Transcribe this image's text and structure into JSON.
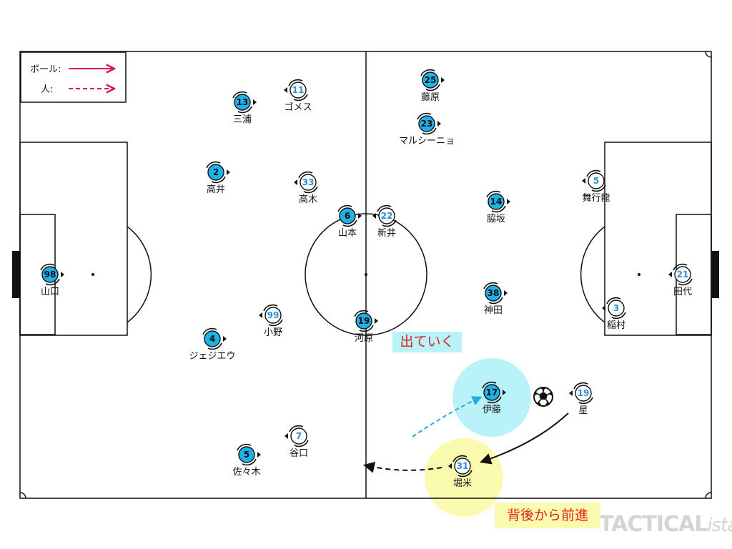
{
  "legend": {
    "ball_label": "ボール:",
    "person_label": "人:"
  },
  "colors": {
    "team_a_fill": "#1fb2e8",
    "team_b_fill": "#ffffff",
    "team_b_number": "#2a8fd6",
    "arrow_red": "#e0174f",
    "pass_dashed": "#22aee0",
    "highlight_cyan": "#b9f2f8",
    "highlight_yellow": "#fbfbb0"
  },
  "team_a": [
    {
      "num": "98",
      "name": "山口"
    },
    {
      "num": "13",
      "name": "三浦"
    },
    {
      "num": "2",
      "name": "高井"
    },
    {
      "num": "4",
      "name": "ジェジエウ"
    },
    {
      "num": "5",
      "name": "佐々木"
    },
    {
      "num": "6",
      "name": "山本"
    },
    {
      "num": "19",
      "name": "河原"
    },
    {
      "num": "25",
      "name": "藤原"
    },
    {
      "num": "23",
      "name": "マルシーニョ"
    },
    {
      "num": "14",
      "name": "脇坂"
    },
    {
      "num": "38",
      "name": "神田"
    },
    {
      "num": "17",
      "name": "伊藤"
    }
  ],
  "team_b": [
    {
      "num": "11",
      "name": "ゴメス"
    },
    {
      "num": "33",
      "name": "高木"
    },
    {
      "num": "22",
      "name": "新井"
    },
    {
      "num": "99",
      "name": "小野"
    },
    {
      "num": "7",
      "name": "谷口"
    },
    {
      "num": "5",
      "name": "舞行龍"
    },
    {
      "num": "21",
      "name": "田代"
    },
    {
      "num": "3",
      "name": "稲村"
    },
    {
      "num": "19",
      "name": "星"
    },
    {
      "num": "31",
      "name": "堀米"
    }
  ],
  "annotations": {
    "go_out": "出ていく",
    "advance": "背後から前進"
  },
  "watermark": {
    "main": "TACTICAL",
    "suffix": "ista"
  }
}
